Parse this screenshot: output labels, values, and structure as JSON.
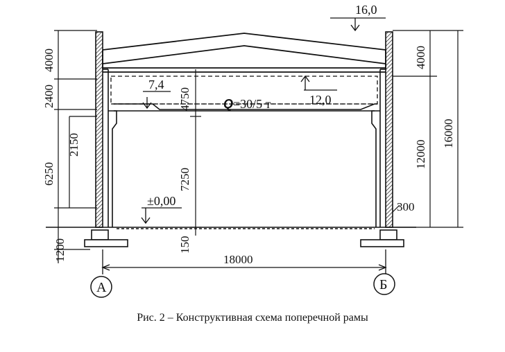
{
  "diagram": {
    "dimensions_left": [
      "4000",
      "2400",
      "2150",
      "6250",
      "1200"
    ],
    "dimensions_mid": [
      "4750",
      "7250",
      "150"
    ],
    "dimensions_right": [
      "4000",
      "12000",
      "16000",
      "300"
    ],
    "span": "18000",
    "levels": {
      "roof_top": "16,0",
      "crane_rail": "12,0",
      "crane_beam": "7,4",
      "floor": "±0,00"
    },
    "crane": {
      "symbol": "Q",
      "capacity": "=30/5 т"
    },
    "axes": {
      "left": "А",
      "right": "Б"
    }
  },
  "caption": "Рис. 2 – Конструктивная схема поперечной рамы"
}
